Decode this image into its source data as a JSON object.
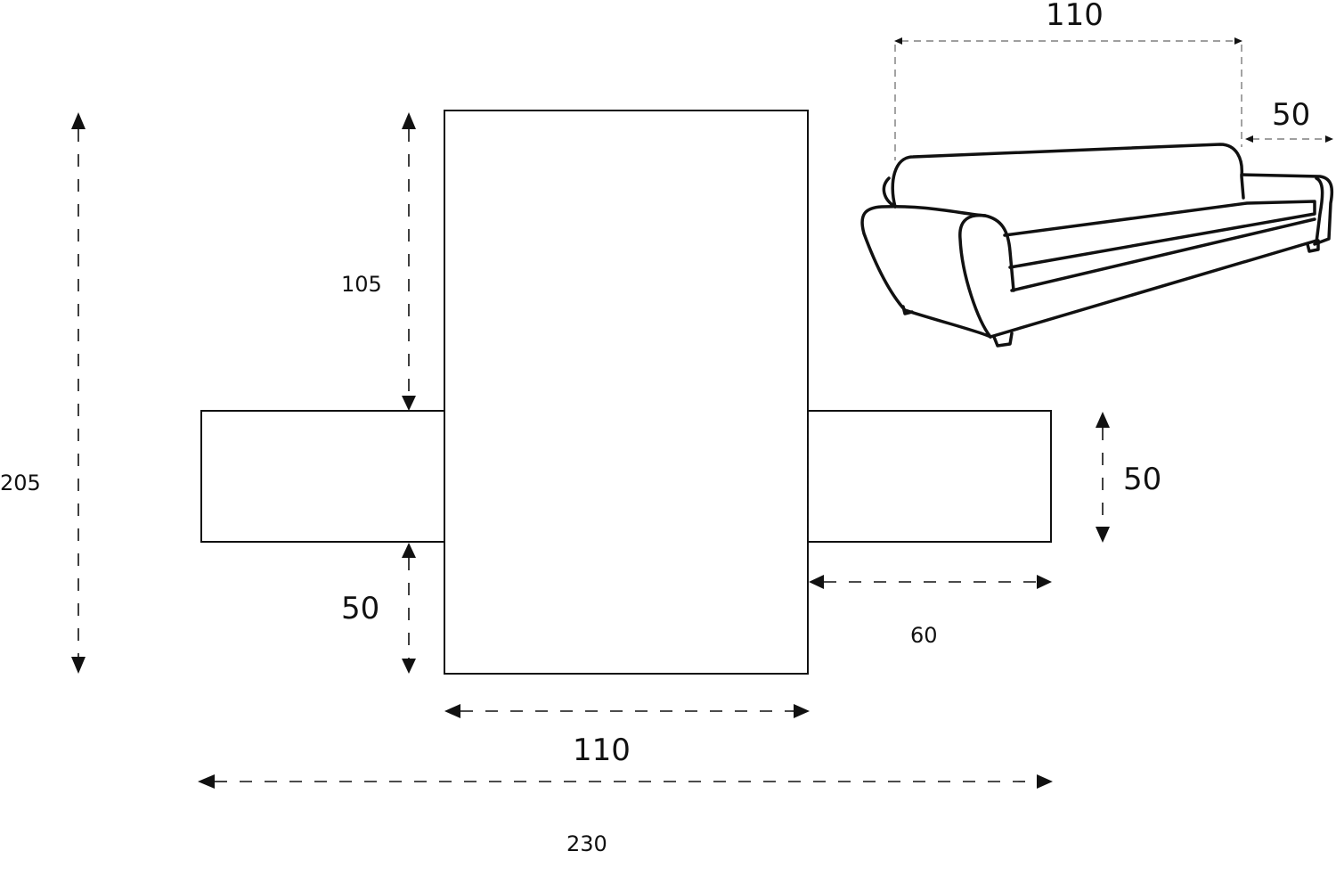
{
  "dimensions": {
    "total_height": "205",
    "top_section_height": "105",
    "bottom_section_height": "50",
    "arm_width": "50",
    "arm_length": "60",
    "seat_width": "110",
    "total_width": "230"
  },
  "sofa_illustration": {
    "seat_width": "110",
    "arm_width": "50"
  }
}
